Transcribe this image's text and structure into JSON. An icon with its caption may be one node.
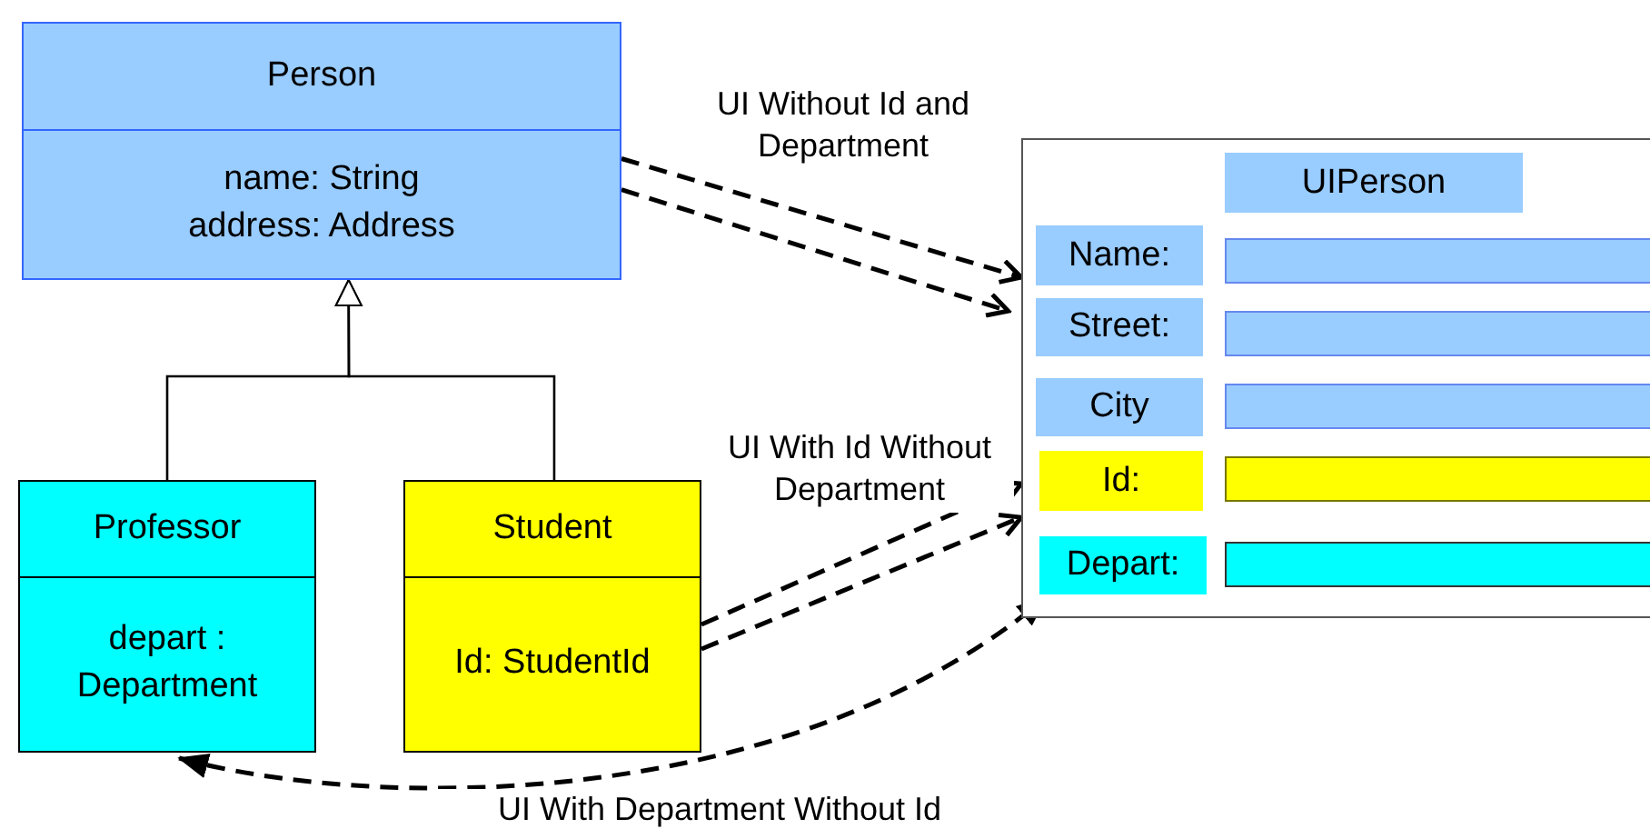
{
  "diagram": {
    "nodes": [
      {
        "text": [
          "Person",
          "name: String address: Address"
        ]
      },
      {
        "text": [
          "Professor",
          "depart : Department"
        ]
      },
      {
        "text": [
          "Student",
          "Id: StudentId"
        ]
      },
      {
        "text": [],
        "shape": "box"
      },
      {
        "text": [
          "UIPerson"
        ],
        "in": 3
      },
      {
        "text": [
          "Name:"
        ],
        "in": 3
      },
      {
        "text": [
          "Street:"
        ],
        "in": 3
      },
      {
        "text": [
          "City"
        ],
        "in": 3
      },
      {
        "text": [
          "Id:"
        ],
        "in": 3
      },
      {
        "text": [
          "Depart:"
        ],
        "in": 3
      },
      {
        "text": [],
        "shape": "box",
        "in": 3
      },
      {
        "text": [],
        "shape": "box",
        "in": 3
      },
      {
        "text": [],
        "shape": "box",
        "in": 3
      },
      {
        "text": [],
        "shape": "box",
        "in": 3
      },
      {
        "text": [],
        "shape": "box",
        "in": 3
      }
    ],
    "edges": [
      {
        "from": 1,
        "to": 0,
        "arrow": "to"
      },
      {
        "from": 2,
        "to": 0,
        "arrow": "to"
      },
      {
        "from": 0,
        "to": 3,
        "arrow": "to",
        "style": "dashed",
        "label": "UI Without Id and Department"
      },
      {
        "from": 0,
        "to": 3,
        "arrow": "to",
        "style": "dashed"
      },
      {
        "from": 2,
        "to": 3,
        "arrow": "to",
        "style": "dashed",
        "label": "UI With Id Without Department"
      },
      {
        "from": 2,
        "to": 3,
        "arrow": "to",
        "style": "dashed"
      },
      {
        "from": 1,
        "to": 9,
        "arrow": "both",
        "style": "dashed",
        "label": "UI With Department Without Id"
      }
    ]
  }
}
